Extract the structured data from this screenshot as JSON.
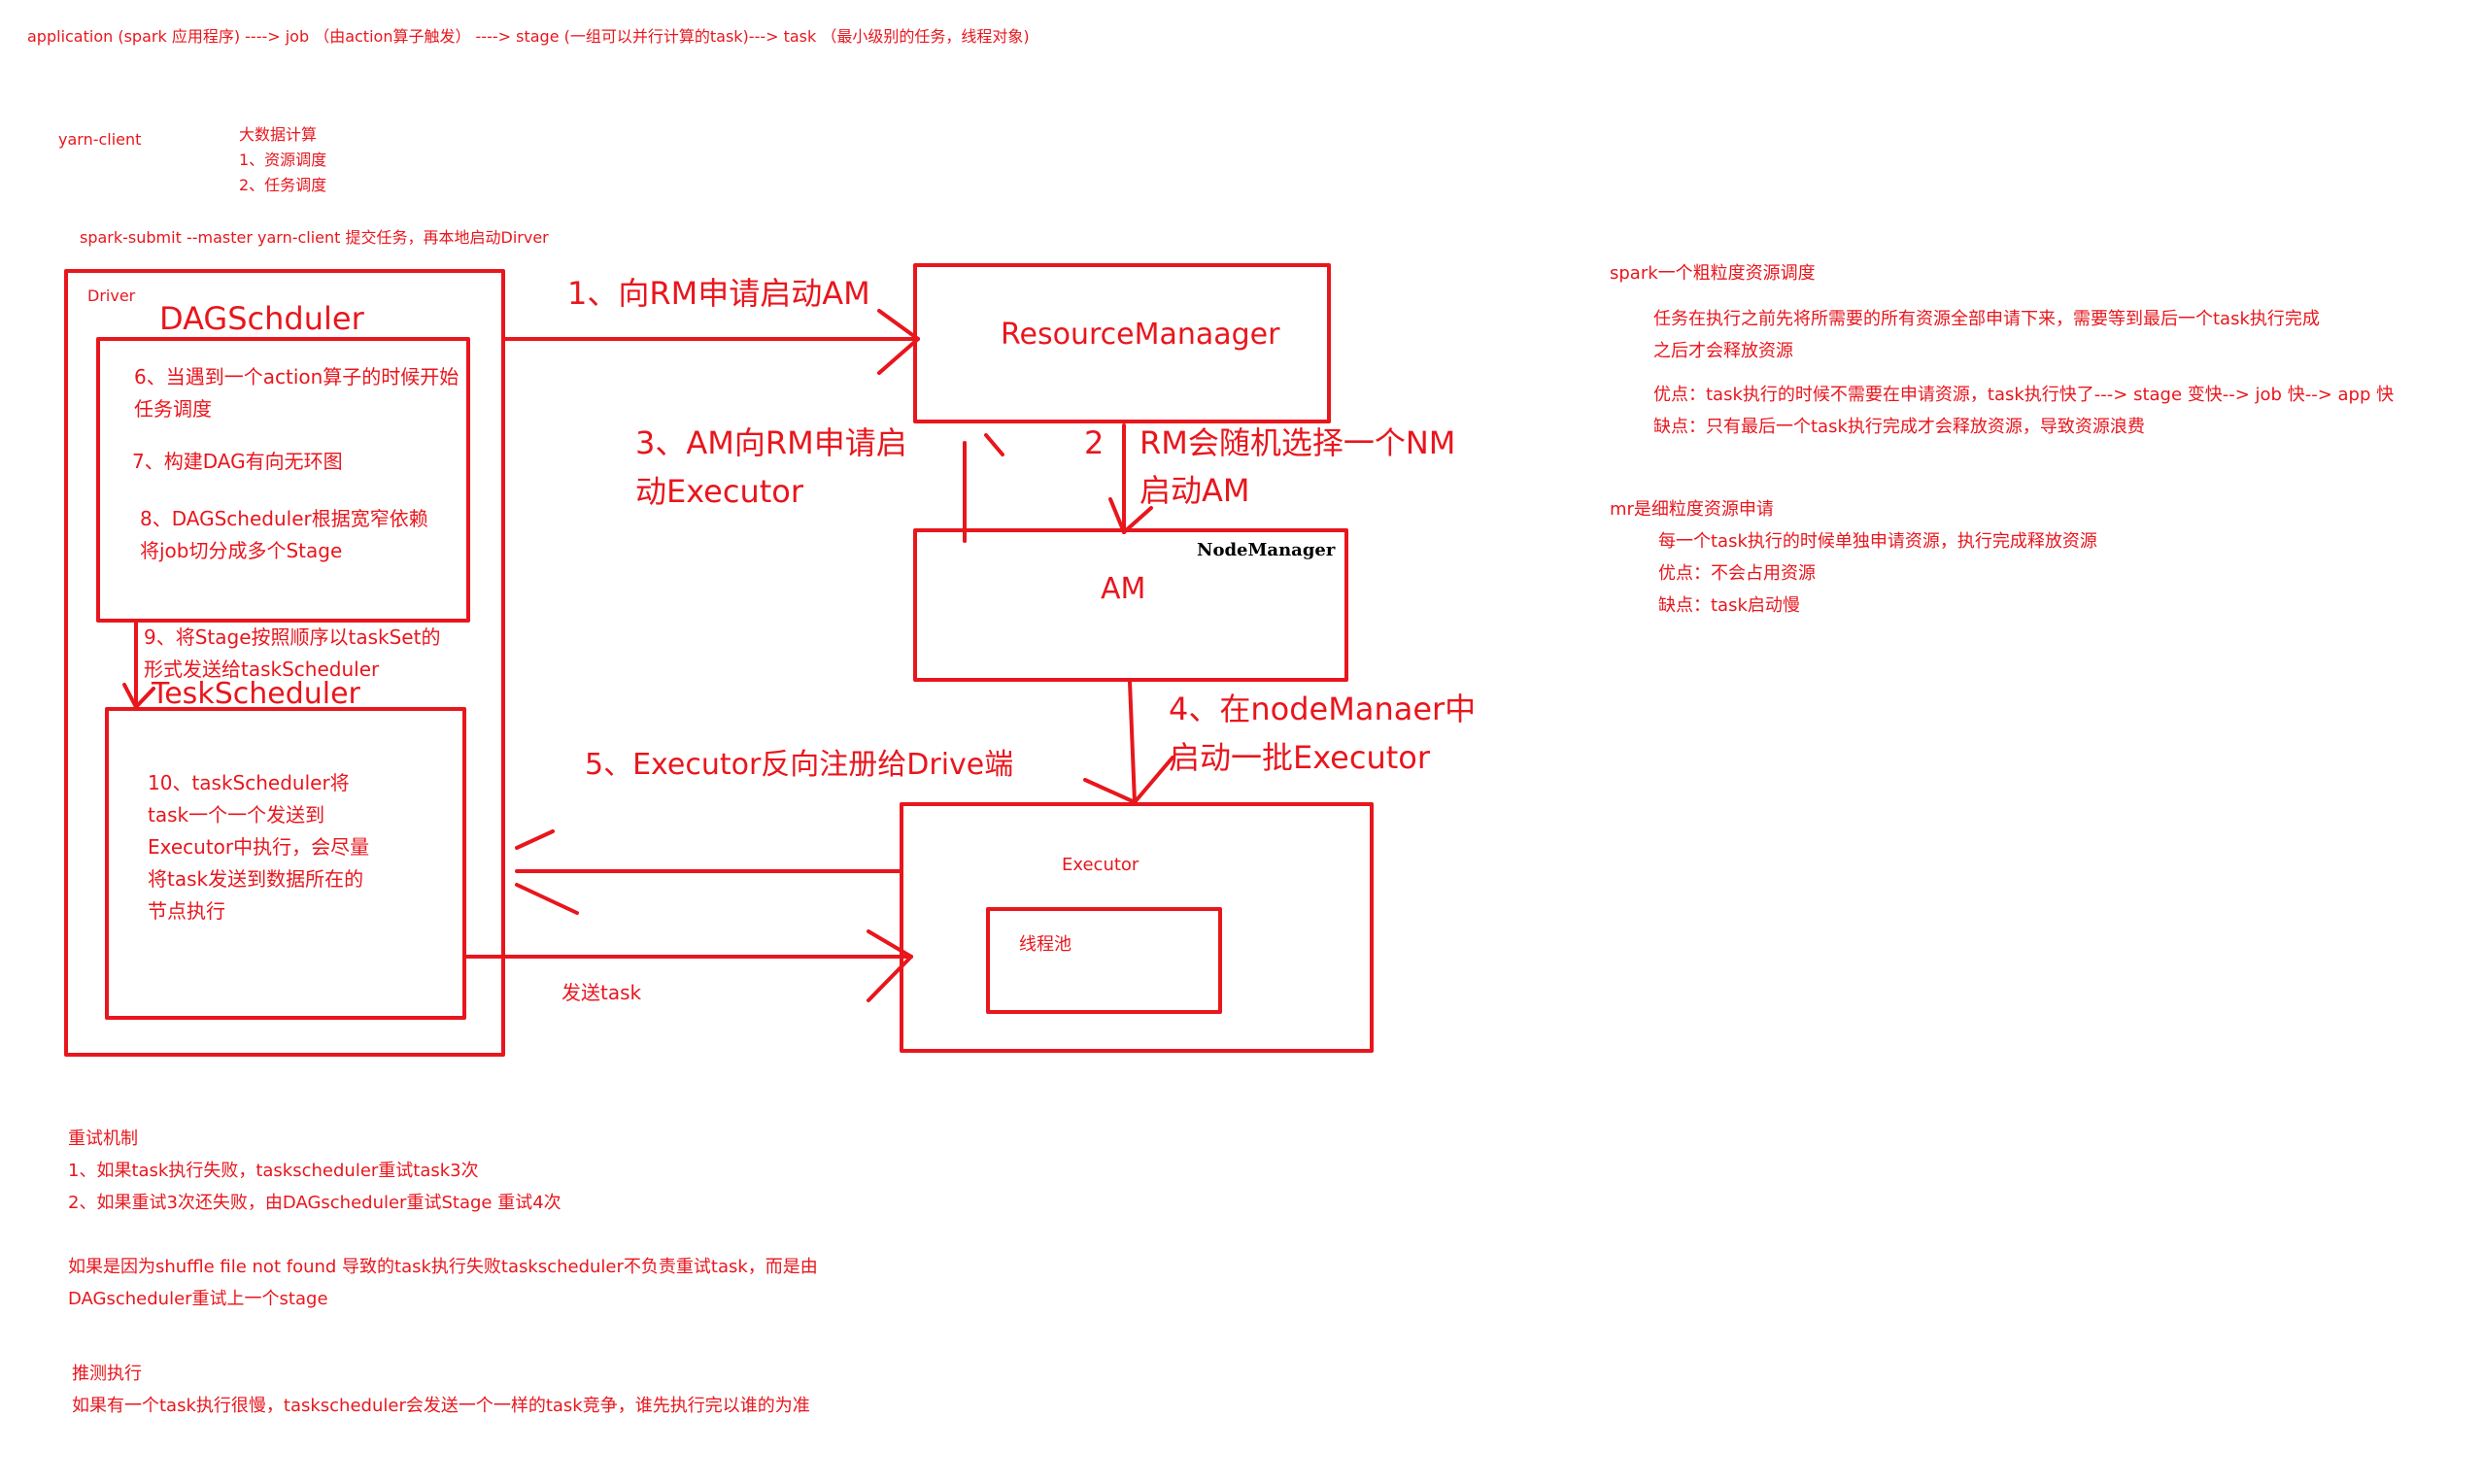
{
  "header": {
    "flow": "application (spark 应用程序) ----> job （由action算子触发） ----> stage (一组可以并行计算的task)---> task （最小级别的任务，线程对象)"
  },
  "mode": {
    "label": "yarn-client",
    "notes": [
      "大数据计算",
      "1、资源调度",
      "2、任务调度"
    ],
    "submit": "spark-submit --master yarn-client 提交任务，再本地启动Dirver"
  },
  "driver": {
    "label": "Driver",
    "dag_title": "DAGSchduler",
    "dag_steps": [
      "6、当遇到一个action算子的时候开始",
      "任务调度",
      "7、构建DAG有向无环图",
      "8、DAGScheduler根据宽窄依赖",
      "将job切分成多个Stage"
    ],
    "step9": [
      "9、将Stage按照顺序以taskSet的",
      "形式发送给taskScheduler"
    ],
    "task_title": "TeskScheduler",
    "task_steps": [
      "10、taskScheduler将",
      "task一个一个发送到",
      "Executor中执行，会尽量",
      "将task发送到数据所在的",
      "节点执行"
    ]
  },
  "rm": {
    "label": "ResourceManaager"
  },
  "am": {
    "label": "AM",
    "node_label": "NodeManager"
  },
  "executor": {
    "label": "Executor",
    "pool": "线程池"
  },
  "arrows": {
    "a1": "1、向RM申请启动AM",
    "a2_num": "2",
    "a2": [
      "RM会随机选择一个NM",
      "启动AM"
    ],
    "a3": [
      "3、AM向RM申请启",
      "动Executor"
    ],
    "a4": [
      "4、在nodeManaer中",
      "启动一批Executor"
    ],
    "a5": "5、Executor反向注册给Drive端",
    "send": "发送task"
  },
  "right_notes": {
    "coarse_title": "spark一个粗粒度资源调度",
    "coarse_lines": [
      "任务在执行之前先将所需要的所有资源全部申请下来，需要等到最后一个task执行完成",
      "之后才会释放资源",
      "优点：task执行的时候不需要在申请资源，task执行快了---> stage 变快--> job 快--> app 快",
      "缺点：只有最后一个task执行完成才会释放资源，导致资源浪费"
    ],
    "fine_title": "mr是细粒度资源申请",
    "fine_lines": [
      "每一个task执行的时候单独申请资源，执行完成释放资源",
      "优点：不会占用资源",
      "缺点：task启动慢"
    ]
  },
  "bottom_notes": {
    "retry_title": "重试机制",
    "retry_lines": [
      "1、如果task执行失败，taskscheduler重试task3次",
      "2、如果重试3次还失败，由DAGscheduler重试Stage 重试4次"
    ],
    "shuffle_lines": [
      "如果是因为shuffle file not found 导致的task执行失败taskscheduler不负责重试task，而是由",
      "DAGscheduler重试上一个stage"
    ],
    "spec_title": "推测执行",
    "spec_line": "如果有一个task执行很慢，taskscheduler会发送一个一样的task竞争，谁先执行完以谁的为准"
  },
  "colors": {
    "ink": "#e8161d",
    "black": "#000000",
    "background": "#ffffff"
  }
}
